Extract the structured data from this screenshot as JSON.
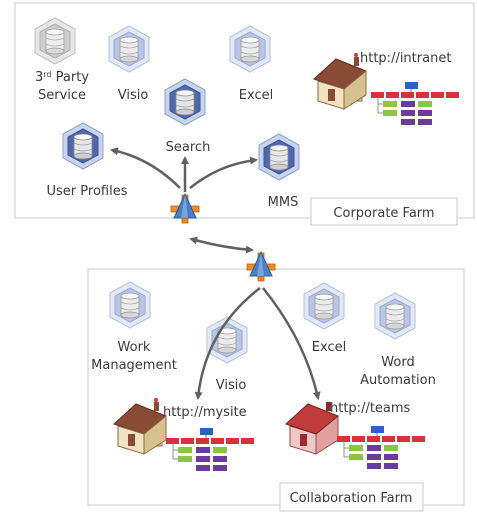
{
  "corporate_farm": {
    "label": "Corporate Farm",
    "url": "http://intranet",
    "services": {
      "third_party_prefix": "3",
      "third_party_sup": "rd",
      "third_party_rest": " Party",
      "third_party_line2": "Service",
      "visio": "Visio",
      "excel": "Excel",
      "search": "Search",
      "user_profiles": "User Profiles",
      "mms": "MMS"
    }
  },
  "collaboration_farm": {
    "label": "Collaboration Farm",
    "url_mysite": "http://mysite",
    "url_teams": "http://teams",
    "services": {
      "work_management_line1": "Work",
      "work_management_line2": "Management",
      "visio": "Visio",
      "excel": "Excel",
      "word_automation_line1": "Word",
      "word_automation_line2": "Automation"
    }
  },
  "colors": {
    "box_border": "#c8c8c8",
    "arrow": "#606060",
    "db_blue_bg": "#c9d3ea",
    "db_blue_border": "#5a6fb0",
    "db_gray_bg": "#e2e2e2",
    "sitemap_red": "#d8313a",
    "sitemap_blue": "#2a63c4",
    "sitemap_green": "#8cc63f",
    "sitemap_purple": "#6a3d9a",
    "house_wall": "#ead9b0",
    "house_roof": "#8a4b36",
    "house_pink_wall": "#f2c7c7",
    "house_pink_roof": "#c23b3b",
    "router_blue": "#4a7fc4",
    "router_orange": "#f08a24"
  },
  "icons": [
    "database-icon",
    "router-icon",
    "house-icon",
    "sitemap-icon",
    "arrow-icon"
  ]
}
